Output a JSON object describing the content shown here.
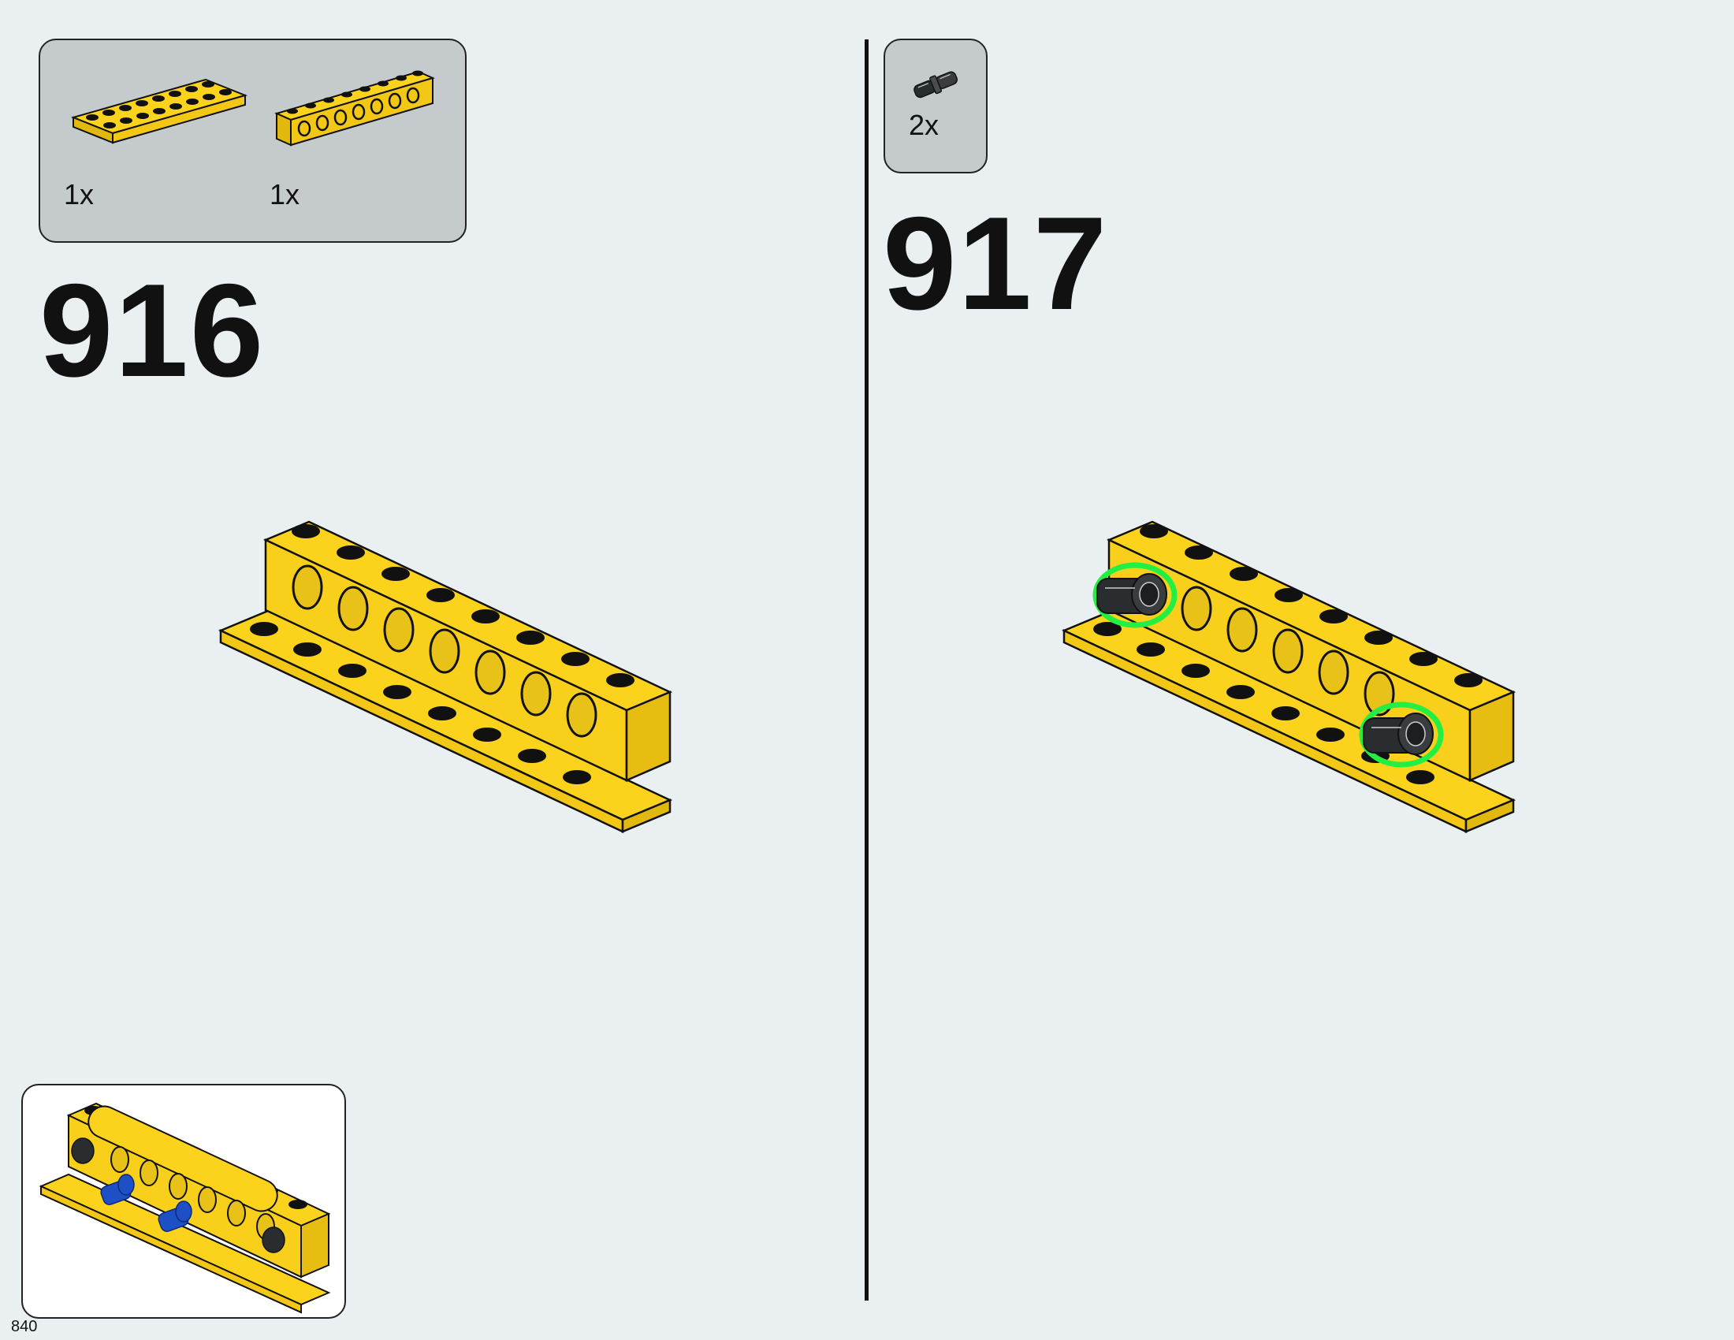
{
  "page": {
    "number": "840",
    "background": "#eaeff2"
  },
  "colors": {
    "part_yellow": "#fcd31c",
    "callout_gray": "#c5cacd",
    "pin_black": "#2a2d30",
    "pin_blue": "#1f4fc4",
    "highlight_green": "#22ee44"
  },
  "step_916": {
    "number": "916",
    "parts": [
      {
        "icon": "yellow-2x8-plate-icon",
        "quantity": "1x"
      },
      {
        "icon": "yellow-technic-brick-1x8-icon",
        "quantity": "1x"
      }
    ]
  },
  "step_917": {
    "number": "917",
    "parts": [
      {
        "icon": "black-friction-pin-icon",
        "quantity": "2x"
      }
    ]
  },
  "submodel_preview": {
    "icon": "submodel-assembly-icon"
  }
}
